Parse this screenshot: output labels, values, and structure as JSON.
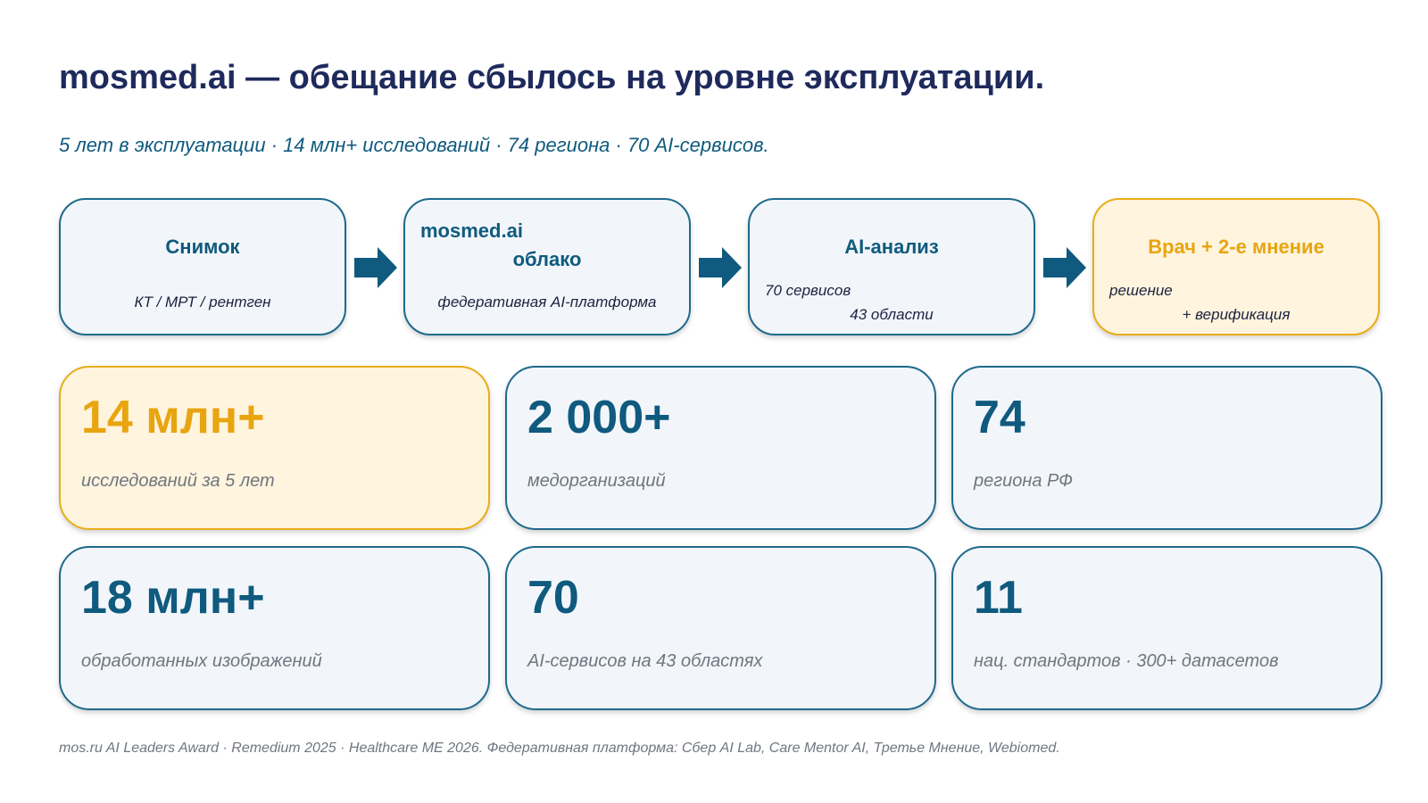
{
  "title": "mosmed.ai — обещание сбылось на уровне эксплуатации.",
  "subtitle": "5 лет в эксплуатации · 14 млн+ исследований · 74 региона · 70 AI-сервисов.",
  "flow": [
    {
      "title": "Снимок",
      "sub": "КТ / МРТ / рентген"
    },
    {
      "title_line1": "mosmed.ai",
      "title_line2": "облако",
      "sub": "федеративная AI-платформа"
    },
    {
      "title": "AI-анализ",
      "sub_line1": "70 сервисов",
      "sub_line2": "43 области"
    },
    {
      "title": "Врач + 2-е мнение",
      "sub_line1": "решение",
      "sub_line2": "+ верификация"
    }
  ],
  "stats": [
    {
      "value": "14 млн+",
      "label": "исследований за 5 лет"
    },
    {
      "value": "2 000+",
      "label": "медорганизаций"
    },
    {
      "value": "74",
      "label": "региона РФ"
    },
    {
      "value": "18 млн+",
      "label": "обработанных изображений"
    },
    {
      "value": "70",
      "label": "AI-сервисов на 43 областях"
    },
    {
      "value": "11",
      "label": "нац. стандартов · 300+ датасетов"
    }
  ],
  "footer": "mos.ru AI Leaders Award · Remedium 2025 · Healthcare ME 2026. Федеративная платформа: Сбер AI Lab, Care Mentor AI, Третье Мнение, Webiomed.",
  "colors": {
    "primary": "#0f5a7e",
    "accent": "#e8ad1a",
    "title": "#1f2a5c",
    "muted": "#707680"
  }
}
